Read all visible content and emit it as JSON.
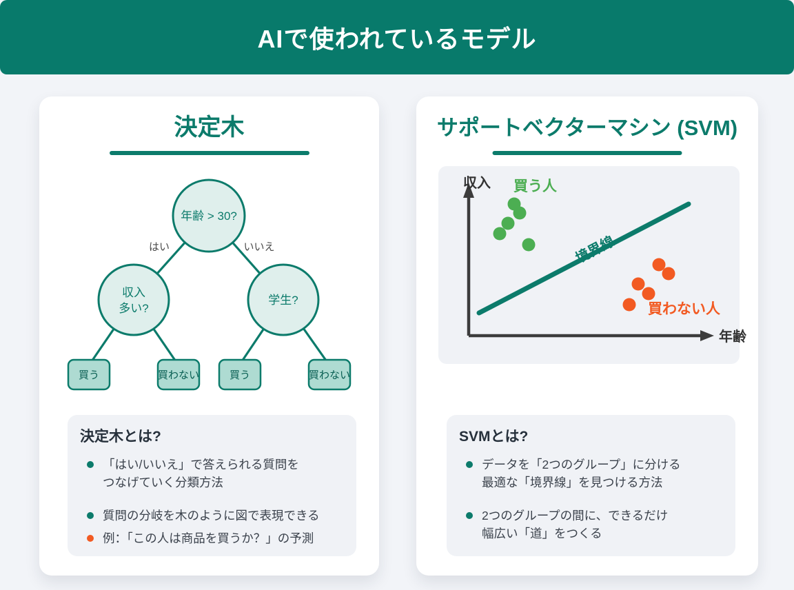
{
  "header": {
    "title": "AIで使われているモデル"
  },
  "colors": {
    "header_bg": "#087A6B",
    "teal_accent": "#0C7B6B",
    "node_fill": "#DFEFEC",
    "leaf_fill": "#AEDBD2",
    "info_box_bg": "#F0F2F6",
    "page_bg": "#F2F4F8",
    "green": "#4CAE52",
    "orange": "#F25A22",
    "axis": "#3C3C3C"
  },
  "decision_tree": {
    "title": "決定木",
    "nodes": {
      "root": "年齢 > 30?",
      "left_line1": "収入",
      "left_line2": "多い?",
      "right": "学生?"
    },
    "edges": {
      "left": "はい",
      "right": "いいえ"
    },
    "leaves": [
      "買う",
      "買わない",
      "買う",
      "買わない"
    ],
    "info": {
      "title": "決定木とは?",
      "bullets": [
        {
          "dot": "teal",
          "text": "「はい/いいえ」で答えられる質問を\nつなげていく分類方法"
        },
        {
          "dot": "teal",
          "text": "質問の分岐を木のように図で表現できる"
        },
        {
          "dot": "orange",
          "text": "例：「この人は商品を買うか？」の予測"
        }
      ]
    }
  },
  "svm": {
    "title": "サポートベクターマシン (SVM)",
    "chart_labels": {
      "y_axis": "収入",
      "x_axis": "年齢",
      "positive_group": "買う人",
      "negative_group": "買わない人",
      "boundary": "境界線"
    },
    "info": {
      "title": "SVMとは?",
      "bullets": [
        {
          "dot": "teal",
          "text": "データを「2つのグループ」に分ける\n最適な「境界線」を見つける方法"
        },
        {
          "dot": "teal",
          "text": "2つのグループの間に、できるだけ\n幅広い「道」をつくる"
        }
      ]
    }
  },
  "chart_data": {
    "type": "scatter",
    "title": "サポートベクターマシン (SVM)",
    "xlabel": "年齢",
    "ylabel": "収入",
    "axis_ranges": {
      "x": [
        0,
        100
      ],
      "y": [
        0,
        100
      ]
    },
    "grid": false,
    "legend_position": "inline-labels",
    "series": [
      {
        "name": "買う人",
        "color": "#4CAE52",
        "points": [
          [
            19,
            92
          ],
          [
            21,
            86
          ],
          [
            17,
            78
          ],
          [
            13,
            71
          ],
          [
            25,
            63
          ]
        ]
      },
      {
        "name": "買わない人",
        "color": "#F25A22",
        "points": [
          [
            80,
            50
          ],
          [
            84,
            43
          ],
          [
            71,
            36
          ],
          [
            75,
            29
          ],
          [
            67,
            22
          ]
        ]
      }
    ],
    "annotations": [
      {
        "type": "line",
        "label": "境界線",
        "color": "#0C7B6B",
        "from": [
          4,
          16
        ],
        "to": [
          92,
          92
        ]
      }
    ]
  }
}
